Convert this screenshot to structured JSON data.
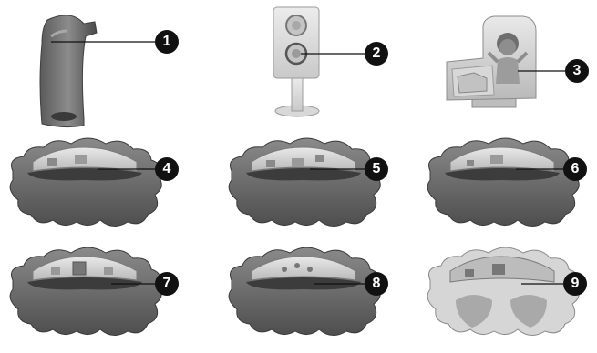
{
  "parts": [
    {
      "number": "1",
      "icon": "handle-piece-icon"
    },
    {
      "number": "2",
      "icon": "traffic-light-icon"
    },
    {
      "number": "3",
      "icon": "child-figure-card-icon"
    },
    {
      "number": "4",
      "icon": "cloud-board-piece-icon"
    },
    {
      "number": "5",
      "icon": "cloud-board-piece-icon"
    },
    {
      "number": "6",
      "icon": "cloud-board-piece-icon"
    },
    {
      "number": "7",
      "icon": "cloud-board-piece-icon"
    },
    {
      "number": "8",
      "icon": "cloud-board-piece-icon"
    },
    {
      "number": "9",
      "icon": "cloud-board-base-icon"
    }
  ]
}
